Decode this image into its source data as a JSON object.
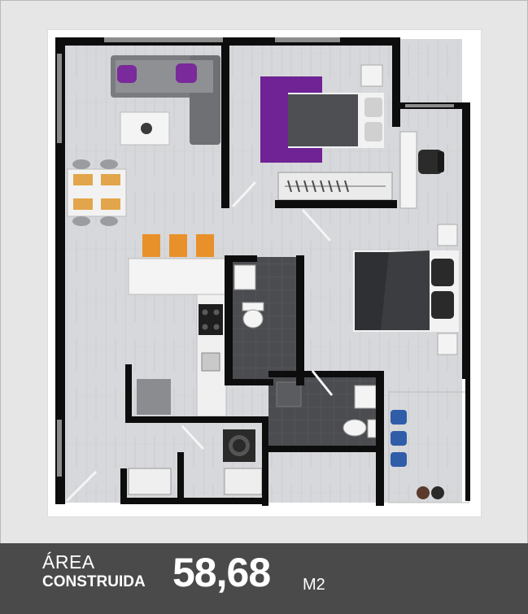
{
  "footer": {
    "label_line1": "ÁREA",
    "label_line2": "CONSTRUIDA",
    "value": "58,68",
    "unit": "M2"
  },
  "colors": {
    "frame_background": "#e6e6e6",
    "footer_background": "#4a4a4a",
    "floor": "#d9d9dc",
    "walls": "#0d0d0d",
    "accent_purple": "#7a2a9a",
    "accent_orange": "#e8912a",
    "accent_blue": "#2f5da8"
  },
  "icons": [
    "sofa-icon",
    "bed-icon",
    "dining-table-icon",
    "stove-icon",
    "sink-icon",
    "toilet-icon",
    "desk-chair-icon",
    "washer-icon"
  ]
}
